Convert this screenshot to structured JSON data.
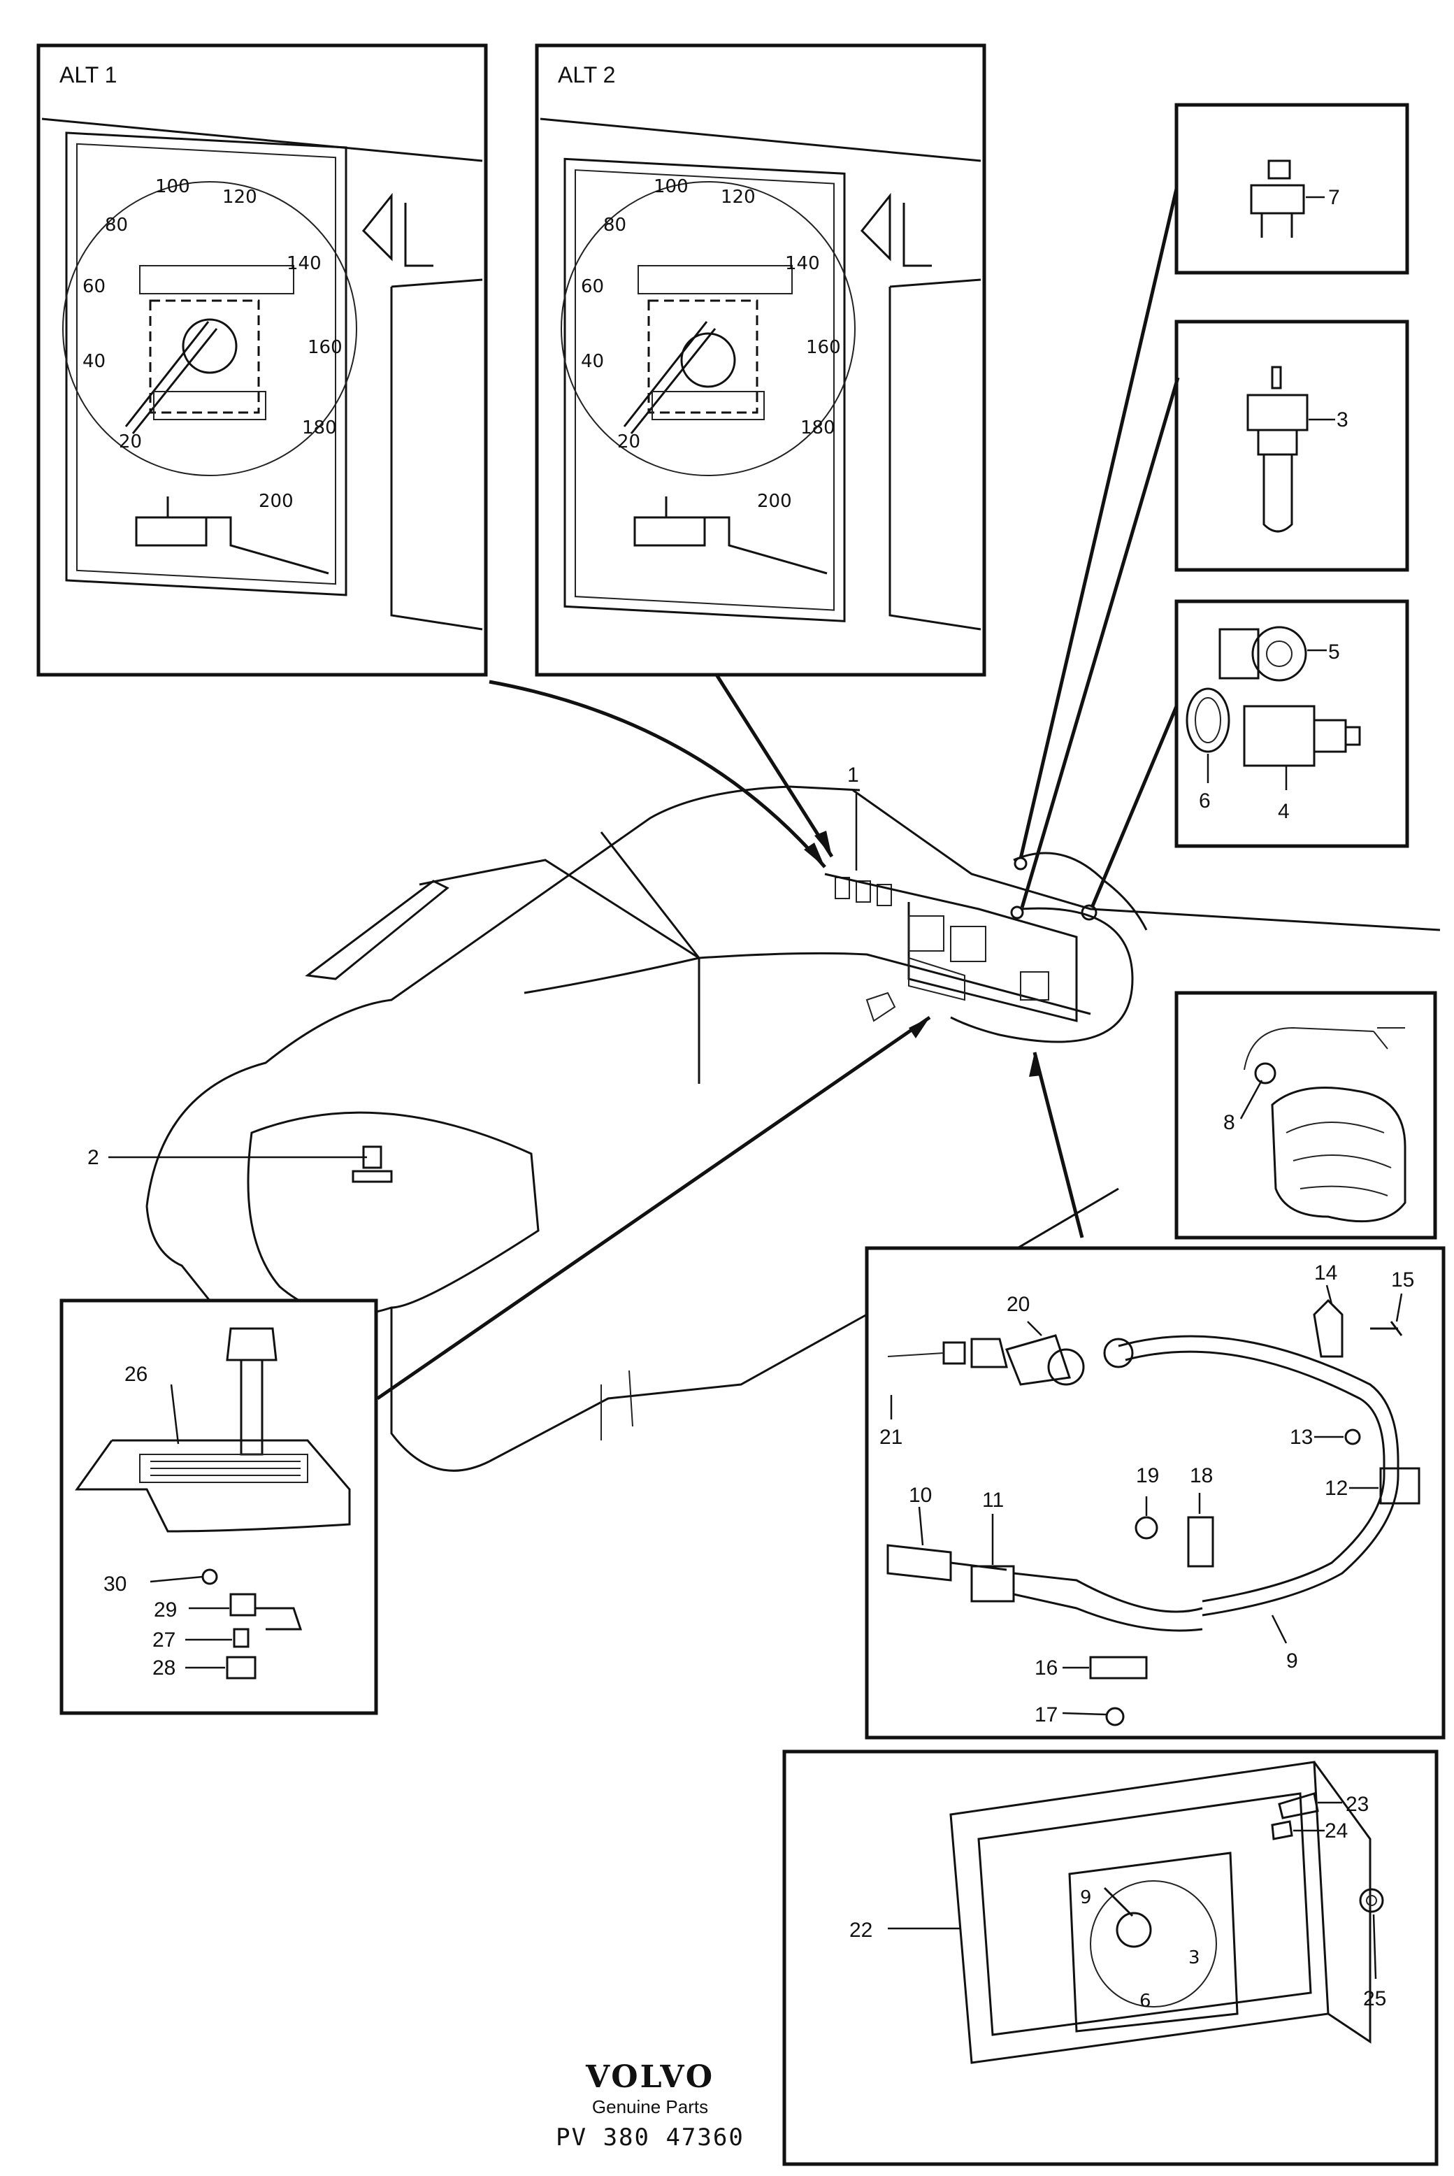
{
  "insets": {
    "alt1_label": "ALT 1",
    "alt2_label": "ALT 2"
  },
  "gauge_numbers": [
    "20",
    "40",
    "60",
    "80",
    "100",
    "120",
    "140",
    "160",
    "180",
    "200"
  ],
  "callouts": [
    "1",
    "2",
    "3",
    "4",
    "5",
    "6",
    "7",
    "8",
    "9",
    "10",
    "11",
    "12",
    "13",
    "14",
    "15",
    "16",
    "17",
    "18",
    "19",
    "20",
    "21",
    "22",
    "23",
    "24",
    "25",
    "26",
    "27",
    "28",
    "29",
    "30"
  ],
  "clock_numbers": [
    "9",
    "3",
    "6"
  ],
  "footer": {
    "brand": "VOLVO",
    "tagline": "Genuine Parts",
    "part_ref": "PV 380 47360"
  }
}
